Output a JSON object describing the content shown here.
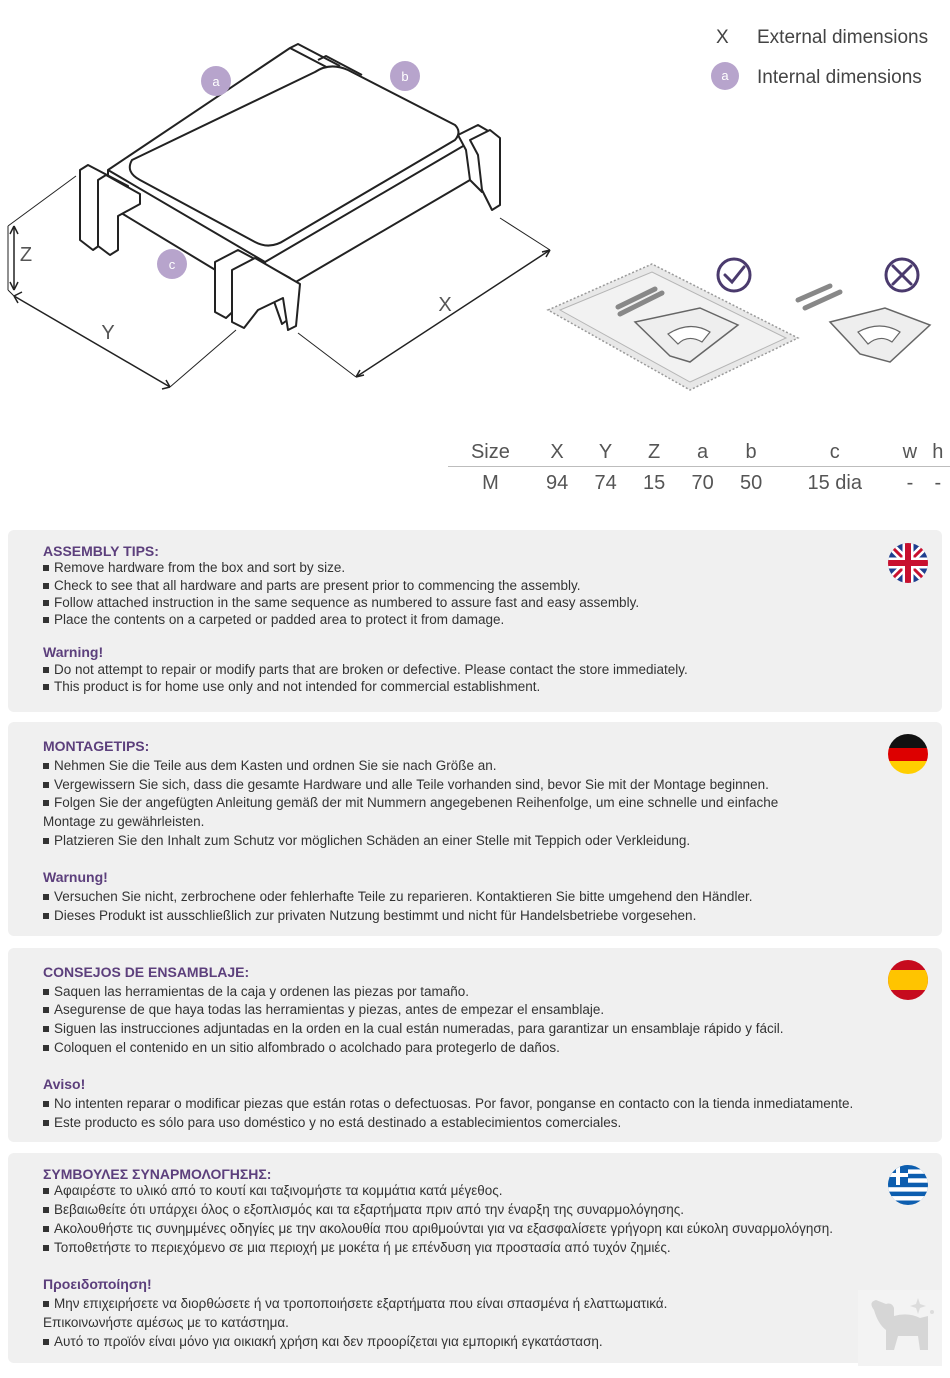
{
  "legend": {
    "x_symbol": "X",
    "external": "External dimensions",
    "a_symbol": "a",
    "internal": "Internal dimensions"
  },
  "diagram": {
    "labels": {
      "a": "a",
      "b": "b",
      "c": "c",
      "x": "X",
      "y": "Y",
      "z": "Z"
    },
    "marker_color": "#b7a4cc"
  },
  "size_table": {
    "headers": [
      "Size",
      "X",
      "Y",
      "Z",
      "a",
      "b",
      "c",
      "w",
      "h"
    ],
    "rows": [
      [
        "M",
        "94",
        "74",
        "15",
        "70",
        "50",
        "15 dia",
        "-",
        "-"
      ]
    ]
  },
  "tips": [
    {
      "lang": "en",
      "flag_icon": "uk-flag-icon",
      "heading": "ASSEMBLY TIPS:",
      "items": [
        "Remove hardware from the box and sort by size.",
        "Check to see that all hardware and parts are present prior to commencing the assembly.",
        "Follow attached instruction in the same sequence as numbered to assure fast and easy assembly.",
        "Place the contents on a carpeted or padded area to protect it from damage."
      ],
      "warning": "Warning!",
      "warning_items": [
        "Do not attempt to repair or modify parts that are broken or defective. Please contact the store immediately.",
        "This product is for home use only and not intended for commercial establishment."
      ]
    },
    {
      "lang": "de",
      "flag_icon": "german-flag-icon",
      "heading": "MONTAGETIPS:",
      "items": [
        "Nehmen Sie die Teile aus dem Kasten und ordnen Sie sie nach Größe an.",
        "Vergewissern Sie sich, dass die gesamte Hardware und alle Teile vorhanden sind, bevor Sie mit der Montage beginnen.",
        "Folgen Sie der angefügten Anleitung gemäß der mit Nummern angegebenen Reihenfolge, um eine schnelle und einfache",
        "Montage zu gewährleisten.",
        "Platzieren Sie den Inhalt zum Schutz vor möglichen Schäden an einer Stelle mit Teppich oder Verkleidung."
      ],
      "warning": "Warnung!",
      "warning_items": [
        "Versuchen Sie nicht, zerbrochene oder fehlerhafte Teile zu reparieren. Kontaktieren Sie bitte umgehend den Händler.",
        "Dieses Produkt ist ausschließlich zur privaten Nutzung bestimmt und nicht für Handelsbetriebe vorgesehen."
      ]
    },
    {
      "lang": "es",
      "flag_icon": "spanish-flag-icon",
      "heading": "CONSEJOS DE ENSAMBLAJE:",
      "items": [
        "Saquen las herramientas de la caja y ordenen las piezas por tamaño.",
        "Asegurense de que haya todas las herramientas y piezas, antes de empezar el ensamblaje.",
        "Siguen las instrucciones adjuntadas en la orden en la cual están numeradas, para garantizar un ensamblaje rápido y fácil.",
        "Coloquen el contenido en un sitio alfombrado o acolchado para protegerlo de daños."
      ],
      "warning": "Aviso!",
      "warning_items": [
        "No intenten reparar o modificar piezas que están rotas o defectuosas. Por favor, ponganse en contacto con la tienda inmediatamente.",
        "Este producto es sólo para uso doméstico y no está destinado a establecimientos comerciales."
      ]
    },
    {
      "lang": "el",
      "flag_icon": "greek-flag-icon",
      "heading": "ΣΥΜΒΟΥΛΕΣ ΣΥΝΑΡΜΟΛΟΓΗΣΗΣ:",
      "items": [
        "Αφαιρέστε το υλικό από το κουτί και ταξινομήστε  τα κομμάτια κατά μέγεθος.",
        "Βεβαιωθείτε ότι υπάρχει όλος ο εξοπλισμός και τα εξαρτήματα πριν από την έναρξη της συναρμολόγησης.",
        "Ακολουθήστε τις συνημμένες οδηγίες με την ακολουθία που αριθμούνται για να εξασφαλίσετε γρήγορη και εύκολη συναρμολόγηση.",
        "Τοποθετήστε το περιεχόμενο σε μια περιοχή με μοκέτα ή με επένδυση για προστασία από τυχόν ζημιές."
      ],
      "warning": "Προειδοποίηση!",
      "warning_items": [
        "Μην επιχειρήσετε να διορθώσετε ή να τροποποιήσετε εξαρτήματα που είναι σπασμένα ή ελαττωματικά.",
        "Επικοινωνήστε αμέσως με το κατάστημα.",
        "Αυτό το προϊόν είναι μόνο για οικιακή χρήση και δεν προορίζεται για εμπορική εγκατάσταση."
      ]
    }
  ]
}
